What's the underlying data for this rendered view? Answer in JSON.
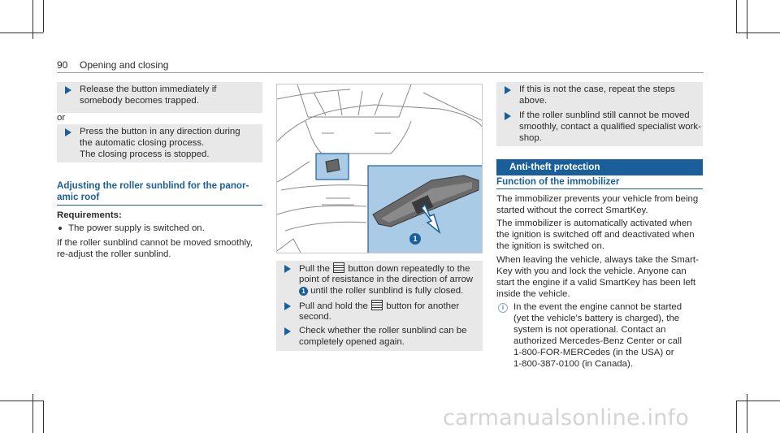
{
  "header": {
    "page_number": "90",
    "section": "Opening and closing"
  },
  "left": {
    "step1": [
      "Release the button immediately if",
      "somebody becomes trapped."
    ],
    "or": "or",
    "step2": [
      "Press the button in any direction during",
      "the automatic closing process.",
      "The closing process is stopped."
    ],
    "heading": [
      "Adjusting the roller sunblind for the panor-",
      "amic roof"
    ],
    "req_label": "Requirements:",
    "req_item": "The power supply is switched on.",
    "para": [
      "If the roller sunblind cannot be moved smoothly,",
      "re-adjust the roller sunblind."
    ]
  },
  "figure": {
    "callout": "1"
  },
  "middle": {
    "step1": {
      "l1a": "Pull the",
      "l1b": "button down repeatedly to the",
      "l2": "point of resistance in the direction of arrow",
      "num": "1",
      "l3": "until the roller sunblind is fully closed."
    },
    "step2": {
      "l1a": "Pull and hold the",
      "l1b": "button for another",
      "l2": "second."
    },
    "step3": [
      "Check whether the roller sunblind can be",
      "completely opened again."
    ]
  },
  "right": {
    "step1": [
      "If this is not the case, repeat the steps",
      "above."
    ],
    "step2": [
      "If the roller sunblind still cannot be moved",
      "smoothly, contact a qualified specialist work-",
      "shop."
    ],
    "banner": "Anti-theft protection",
    "subheading": "Function of the immobilizer",
    "p1": [
      "The immobilizer prevents your vehicle from being",
      "started without the correct SmartKey."
    ],
    "p2": [
      "The immobilizer is automatically activated when",
      "the ignition is switched off and deactivated when",
      "the ignition is switched on."
    ],
    "p3": [
      "When leaving the vehicle, always take the Smart-",
      "Key with you and lock the vehicle. Anyone can",
      "start the engine if a valid SmartKey has been left",
      "inside the vehicle."
    ],
    "note": [
      "In the event the engine cannot be started",
      "(yet the vehicle's battery is charged), the",
      "system is not operational. Contact an",
      "authorized Mercedes-Benz Center or call",
      "1-800-FOR-MERCedes (in the USA) or",
      "1-800-387-0100 (in Canada)."
    ]
  },
  "watermark": "carmanualsonline.info",
  "colors": {
    "accent": "#1b5f9a",
    "figure_inset": "#a9cbe5"
  }
}
